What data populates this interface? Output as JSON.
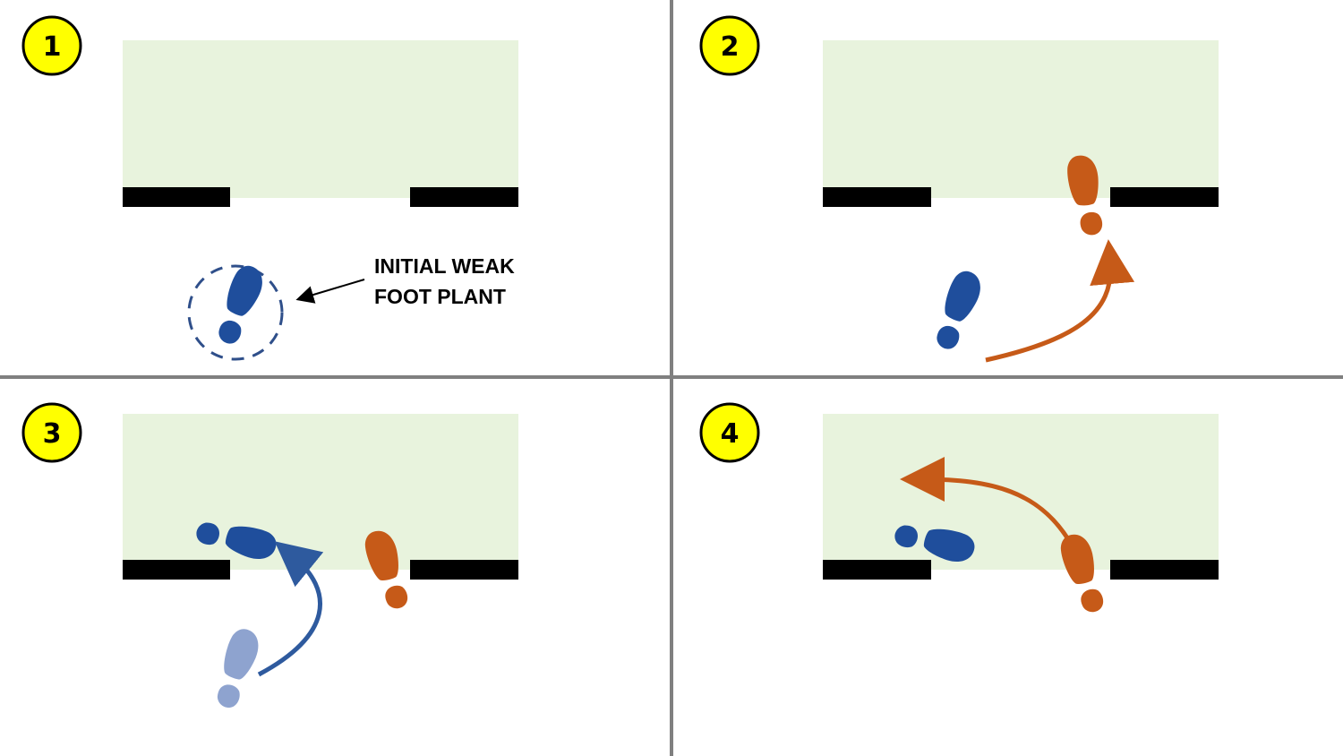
{
  "colors": {
    "background": "#ffffff",
    "zone_fill": "#e8f3dd",
    "wall": "#000000",
    "divider": "#808080",
    "badge_fill": "#ffff00",
    "badge_stroke": "#000000",
    "blue_foot": "#1f4e9c",
    "blue_foot_faded": "#8ea3cf",
    "orange_foot": "#c65a18",
    "blue_arrow": "#2e5a9e",
    "orange_arrow": "#c65a18",
    "text": "#000000"
  },
  "panels": [
    {
      "step": "1",
      "callout_line1": "INITIAL WEAK",
      "callout_line2": "FOOT PLANT"
    },
    {
      "step": "2"
    },
    {
      "step": "3"
    },
    {
      "step": "4"
    }
  ]
}
